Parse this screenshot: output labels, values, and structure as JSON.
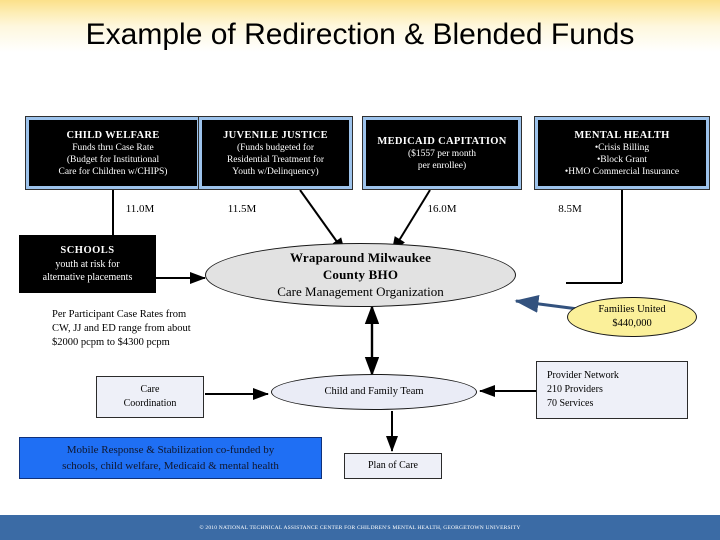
{
  "slide": {
    "title": "Example of Redirection & Blended Funds"
  },
  "funding_sources": [
    {
      "name": "child-welfare",
      "header": "CHILD WELFARE",
      "lines": [
        "Funds thru Case Rate",
        "(Budget for Institutional",
        "Care for Children w/CHIPS)"
      ],
      "amount": "11.0M"
    },
    {
      "name": "juvenile-justice",
      "header": "JUVENILE JUSTICE",
      "lines": [
        "(Funds budgeted for",
        "Residential Treatment for",
        "Youth w/Delinquency)"
      ],
      "amount": "11.5M"
    },
    {
      "name": "medicaid-capitation",
      "header": "MEDICAID CAPITATION",
      "lines": [
        "($1557 per month",
        "per enrollee)"
      ],
      "amount": "16.0M"
    },
    {
      "name": "mental-health",
      "header": "MENTAL HEALTH",
      "lines": [
        "•Crisis Billing",
        "•Block Grant",
        "•HMO Commercial Insurance"
      ],
      "amount": "8.5M"
    }
  ],
  "schools": {
    "header": "SCHOOLS",
    "lines": [
      "youth at risk for",
      "alternative placements"
    ]
  },
  "case_rate_note": {
    "lines": [
      "Per Participant Case Rates from",
      "CW, JJ and ED range from about",
      "$2000 pcpm to $4300 pcpm"
    ]
  },
  "bho": {
    "line1": "Wraparound Milwaukee",
    "line2": "County BHO",
    "line3": "Care Management Organization"
  },
  "families_united": {
    "line1": "Families United",
    "line2": "$440,000"
  },
  "provider_network": {
    "line1": "Provider Network",
    "line2": "210 Providers",
    "line3": "70 Services"
  },
  "care_coordination": {
    "line1": "Care",
    "line2": "Coordination"
  },
  "child_family_team": {
    "label": "Child and Family Team"
  },
  "plan_of_care": {
    "label": "Plan of Care"
  },
  "mobile_response": {
    "line1": "Mobile Response & Stabilization co-funded by",
    "line2": "schools, child welfare, Medicaid & mental health"
  },
  "footer": {
    "text": "© 2010 NATIONAL TECHNICAL ASSISTANCE CENTER FOR CHILDREN'S MENTAL HEALTH, GEORGETOWN UNIVERSITY"
  },
  "colors": {
    "title_band": "#fbe08a",
    "fund_box_border": "#9dc3ec",
    "fund_box_fill": "#000000",
    "oval_bho": "#e2e2e2",
    "oval_families": "#fbf09a",
    "mobile_response": "#1f6ff4",
    "footer_bar": "#3b6ba5"
  }
}
